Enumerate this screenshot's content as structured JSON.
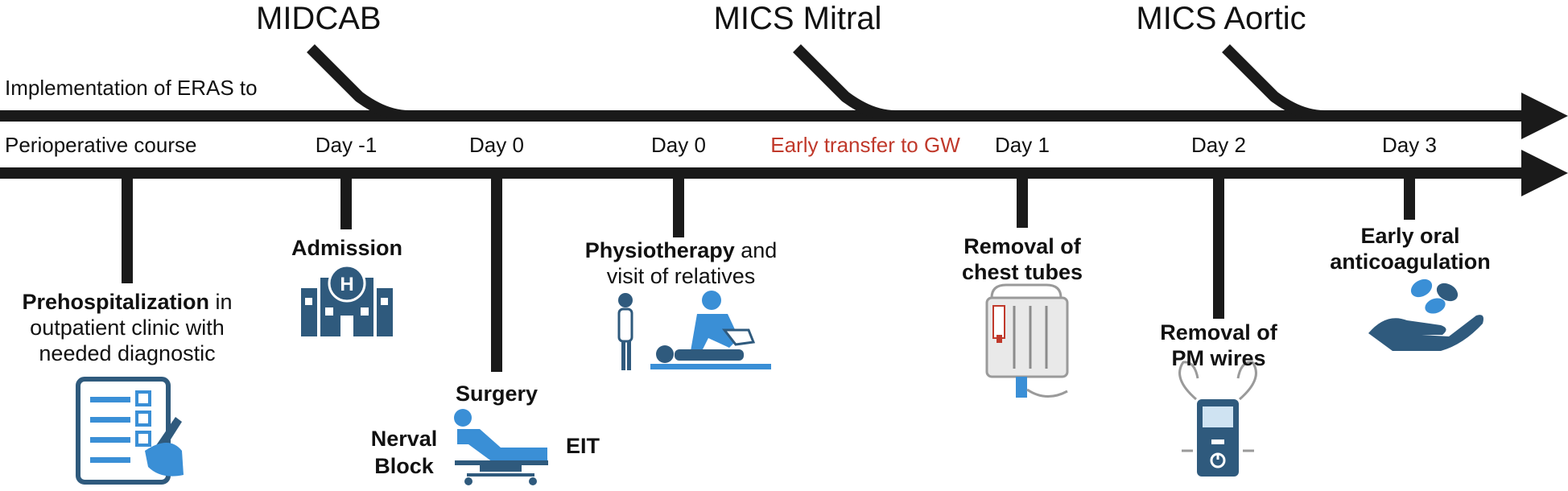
{
  "colors": {
    "line": "#1a1a1a",
    "accent_red": "#c0392b",
    "icon_blue": "#3a8fd6",
    "icon_dark": "#2f5a7d",
    "icon_grey": "#d9d9d9"
  },
  "surgeries": [
    "MIDCAB",
    "MICS Mitral",
    "MICS Aortic"
  ],
  "lines": {
    "eras_label": "Implementation of ERAS to",
    "course_label": "Perioperative course"
  },
  "days": [
    "Day -1",
    "Day 0",
    "Day 0",
    "Early transfer to GW",
    "Day 1",
    "Day 2",
    "Day 3"
  ],
  "events": {
    "prehosp": {
      "bold": "Prehospitalization",
      "rest": " in",
      "line2": "outpatient clinic with",
      "line3": "needed diagnostic",
      "icon": "checklist-icon"
    },
    "admission": {
      "label": "Admission",
      "icon": "hospital-icon"
    },
    "surgery": {
      "label": "Surgery",
      "left": "Nerval",
      "left2": "Block",
      "right": "EIT",
      "icon": "patient-bed-icon"
    },
    "physio": {
      "bold": "Physiotherapy",
      "rest": " and",
      "line2": "visit of relatives",
      "icon": "physiotherapy-icon"
    },
    "chest": {
      "line1": "Removal of",
      "line2": "chest tubes",
      "icon": "chest-drain-icon"
    },
    "pm": {
      "line1": "Removal of",
      "line2": "PM wires",
      "icon": "pacemaker-icon"
    },
    "anticoag": {
      "line1": "Early oral",
      "line2": "anticoagulation",
      "icon": "pills-hand-icon"
    }
  }
}
